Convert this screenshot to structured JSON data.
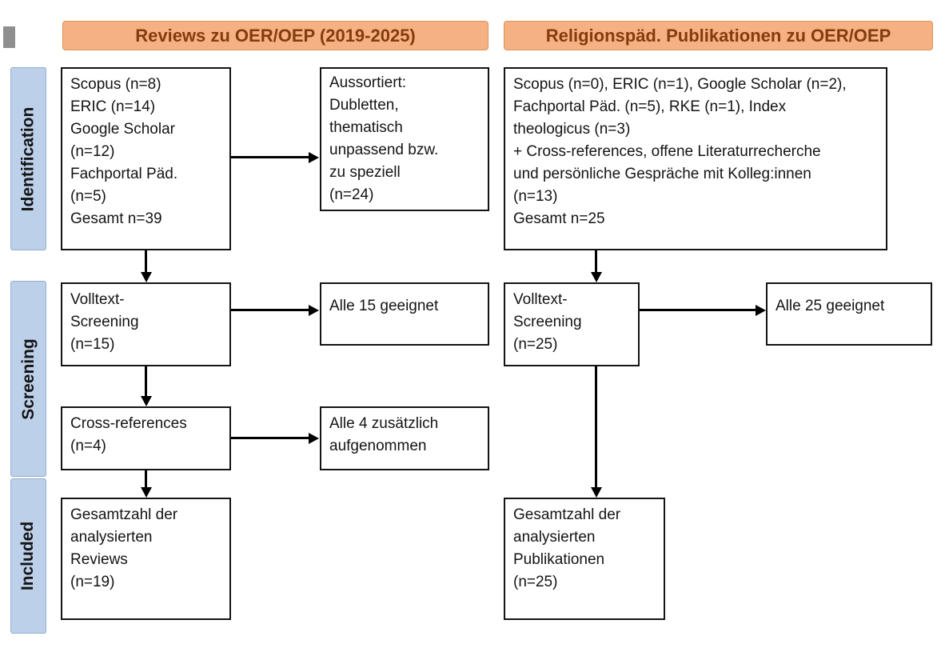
{
  "colors": {
    "header_bg": "#f5b183",
    "header_text": "#843c0c",
    "stage_bg": "#bdd0ea",
    "box_border": "#141414",
    "arrow": "#000000"
  },
  "headers": {
    "left": "Reviews zu OER/OEP (2019-2025)",
    "right": "Religionspäd. Publikationen zu OER/OEP"
  },
  "stages": {
    "identification": "Identification",
    "screening": "Screening",
    "included": "Included"
  },
  "boxes": {
    "left_sources": "Scopus (n=8)\nERIC (n=14)\nGoogle Scholar\n(n=12)\nFachportal Päd.\n(n=5)\nGesamt n=39",
    "left_excluded": "Aussortiert:\nDubletten,\nthematisch\nunpassend bzw.\nzu speziell\n(n=24)",
    "left_fulltext": "Volltext-\nScreening\n(n=15)",
    "left_eligible": "Alle 15 geeignet",
    "left_crossref": "Cross-references\n(n=4)",
    "left_added": "Alle 4 zusätzlich\naufgenommen",
    "left_total": "Gesamtzahl der\nanalysierten\nReviews\n(n=19)",
    "right_sources": "Scopus (n=0), ERIC (n=1), Google Scholar (n=2),\nFachportal Päd. (n=5), RKE (n=1), Index\ntheologicus (n=3)\n+ Cross-references, offene Literaturrecherche\nund persönliche Gespräche mit Kolleg:innen\n(n=13)\nGesamt n=25",
    "right_fulltext": "Volltext-\nScreening\n(n=25)",
    "right_eligible": "Alle 25 geeignet",
    "right_total": "Gesamtzahl der\nanalysierten\nPublikationen\n(n=25)"
  }
}
